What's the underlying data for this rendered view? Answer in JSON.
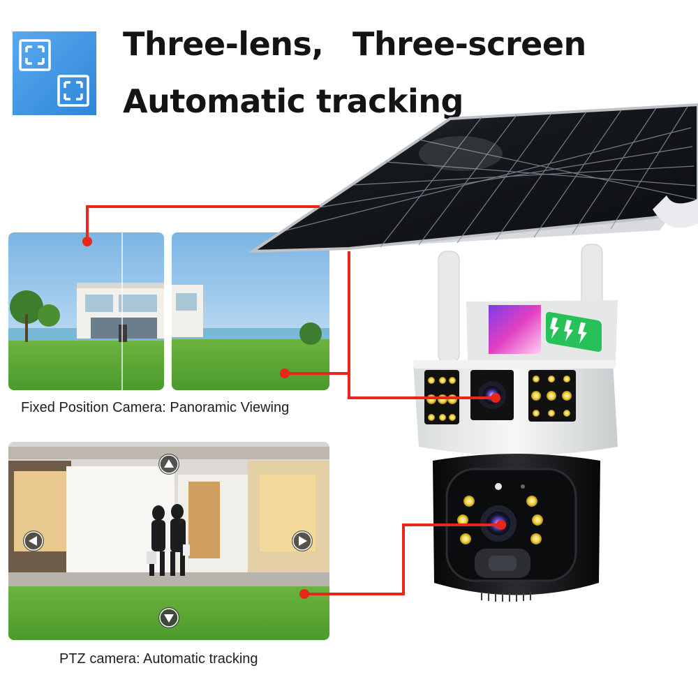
{
  "headline": {
    "line1_left": "Three-lens,",
    "line1_right": "Three-screen",
    "line2": "Automatic tracking"
  },
  "captions": {
    "fixed_camera": "Fixed Position Camera: Panoramic Viewing",
    "ptz_camera": "PTZ camera: Automatic tracking"
  },
  "colors": {
    "callout_line": "#e8261a",
    "badge_blue": "#3f9be6",
    "solar_panel": "#15181d",
    "camera_body": "#eef0f0",
    "camera_dome": "#111214",
    "battery_green": "#27c15a"
  },
  "icons": {
    "badge": "dual-frame-icon",
    "ptz_up": "arrow-up-icon",
    "ptz_down": "arrow-down-icon",
    "ptz_left": "arrow-left-icon",
    "ptz_right": "arrow-right-icon",
    "battery": "lightning-battery-icon"
  }
}
